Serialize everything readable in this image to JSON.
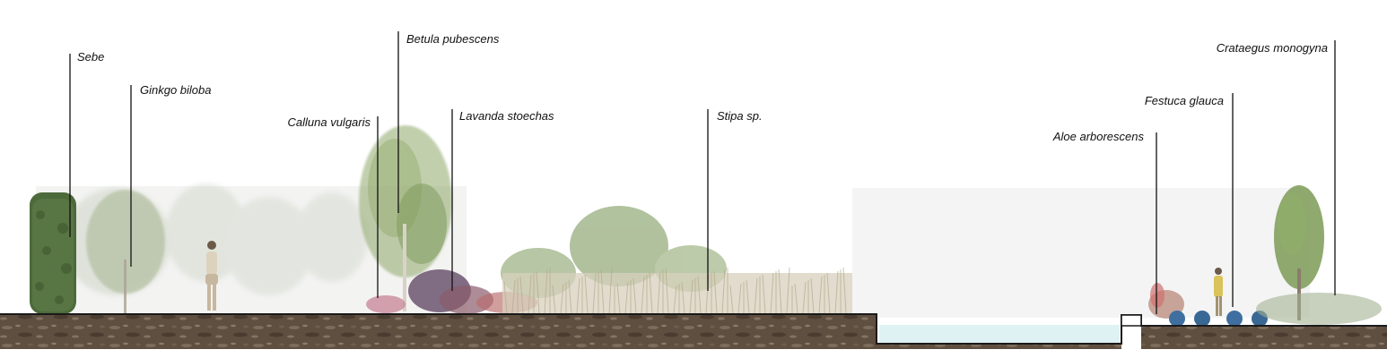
{
  "labels": {
    "sebe": "Sebe",
    "ginkgo": "Ginkgo biloba",
    "calluna": "Calluna vulgaris",
    "betula": "Betula pubescens",
    "lavanda": "Lavanda stoechas",
    "stipa": "Stipa sp.",
    "aloe": "Aloe arborescens",
    "festuca": "Festuca glauca",
    "crataegus": "Crataegus monogyna"
  },
  "colors": {
    "soil": "#5a4a3c",
    "soil_light": "#7a6a5a",
    "section_line": "#1a1a1a",
    "water": "#dff2f3",
    "hedge": "#4f6b3c",
    "tree_green": "#8aa26a",
    "grass": "#c9c0a6",
    "heather": "#b5707e",
    "lavender": "#6b4f7a",
    "festuca_blue": "#3f6fa0",
    "haze": "#f2f2f2"
  }
}
